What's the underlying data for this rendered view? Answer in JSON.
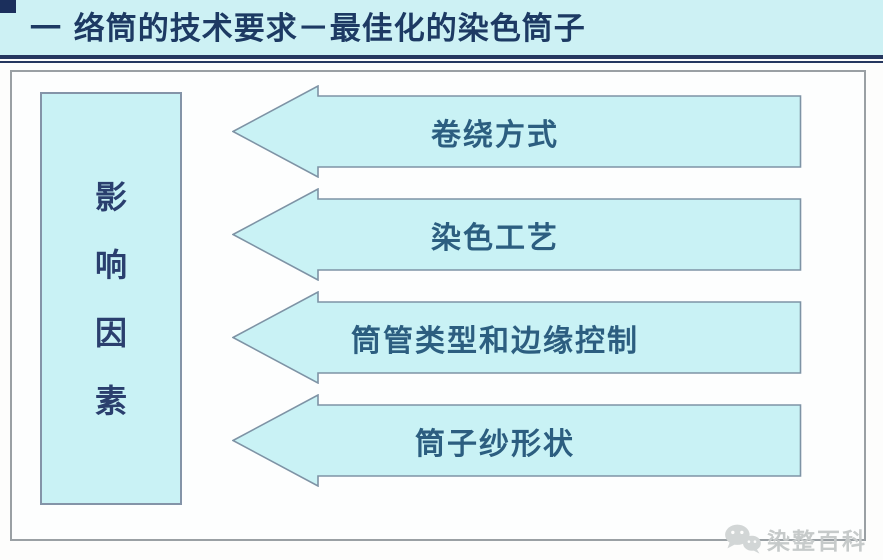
{
  "title": {
    "text": "一 络筒的技术要求－最佳化的染色筒子"
  },
  "diagram": {
    "factor_box": {
      "label": "影响因素",
      "chars": [
        "影",
        "响",
        "因",
        "素"
      ]
    },
    "arrow_direction": "left",
    "arrows": [
      {
        "label": "卷绕方式"
      },
      {
        "label": "染色工艺"
      },
      {
        "label": "筒管类型和边缘控制"
      },
      {
        "label": "筒子纱形状"
      }
    ]
  },
  "watermark": {
    "text": "染整百科",
    "icon": "wechat-icon"
  },
  "colors": {
    "title_bg": "#cdf1f4",
    "title_text": "#1d3a63",
    "underline": "#25375f",
    "shape_fill": "#c9f2f5",
    "shape_stroke": "#7e93a5",
    "box_border": "#9aa0a4",
    "label_text": "#2c5e80",
    "factor_text": "#2a3f6e",
    "watermark_gray": "#c6caca"
  }
}
